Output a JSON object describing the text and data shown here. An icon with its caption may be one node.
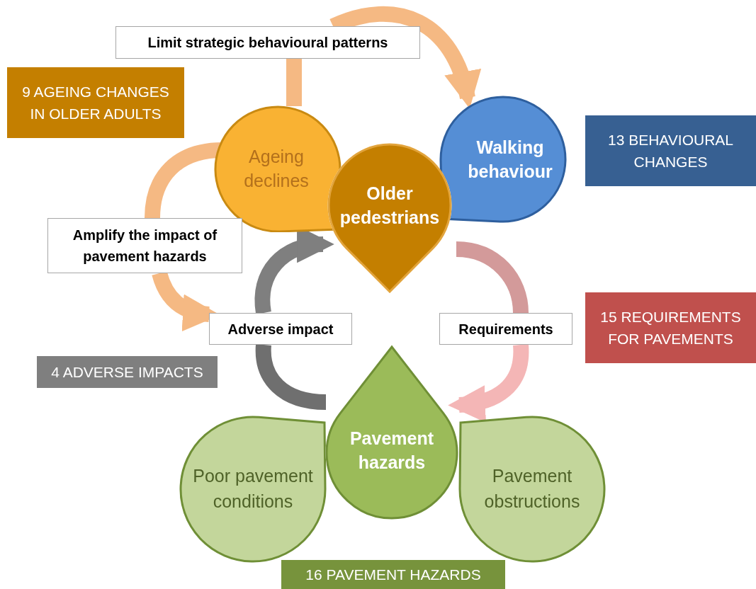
{
  "diagram": {
    "nodes": [
      {
        "text": [
          "Ageing declines"
        ]
      },
      {
        "text": [
          "Walking behaviour"
        ]
      },
      {
        "text": [
          "Older pedestrians"
        ]
      },
      {
        "text": [
          "Pavement hazards"
        ]
      },
      {
        "text": [
          "Poor pavement conditions"
        ]
      },
      {
        "text": [
          "Pavement obstructions"
        ]
      },
      {
        "text": [
          "Limit strategic behavioural patterns"
        ]
      },
      {
        "text": [
          "Amplify the impact of pavement hazards"
        ]
      },
      {
        "text": [
          "Adverse impact"
        ]
      },
      {
        "text": [
          "Requirements"
        ]
      },
      {
        "text": [
          "9 AGEING CHANGES IN OLDER ADULTS"
        ]
      },
      {
        "text": [
          "13 BEHAVIOURAL CHANGES"
        ]
      },
      {
        "text": [
          "15 REQUIREMENTS FOR PAVEMENTS"
        ]
      },
      {
        "text": [
          "4 ADVERSE IMPACTS"
        ]
      },
      {
        "text": [
          "16 PAVEMENT HAZARDS"
        ]
      }
    ],
    "edges": [
      {
        "from": 0,
        "to": 6,
        "arrow": "none"
      },
      {
        "from": 6,
        "to": 1,
        "arrow": "to"
      },
      {
        "from": 0,
        "to": 7,
        "arrow": "none"
      },
      {
        "from": 7,
        "to": 8,
        "arrow": "to"
      },
      {
        "from": 3,
        "to": 8,
        "arrow": "none",
        "color": "#6f6f6f"
      },
      {
        "from": 8,
        "to": 2,
        "arrow": "to",
        "color": "#7f7f7f"
      },
      {
        "from": 2,
        "to": 9,
        "arrow": "none",
        "color": "#d39a9a"
      },
      {
        "from": 9,
        "to": 3,
        "arrow": "to",
        "color": "#f4b6b6"
      }
    ]
  }
}
